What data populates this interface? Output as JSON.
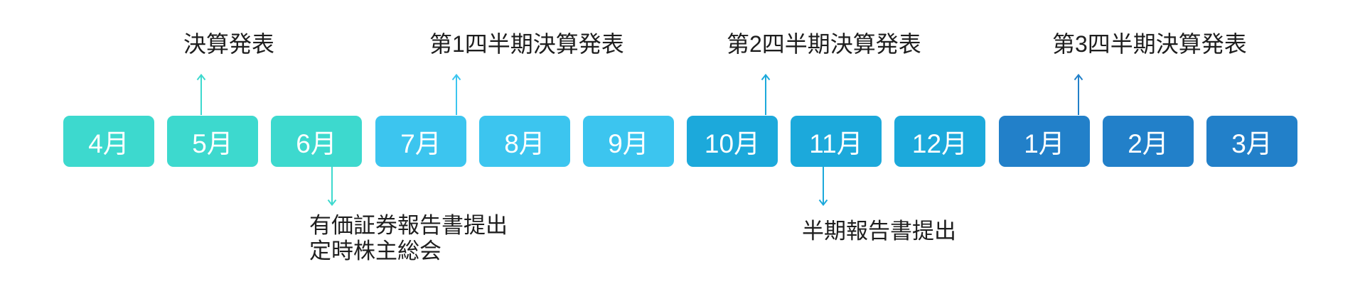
{
  "diagram": {
    "description_labels": {
      "annual_earnings": "決算発表",
      "q1_earnings": "第1四半期決算発表",
      "q2_earnings": "第2四半期決算発表",
      "q3_earnings": "第3四半期決算発表",
      "securities_report_line1": "有価証券報告書提出",
      "securities_report_line2": "定時株主総会",
      "half_year_report": "半期報告書提出"
    }
  },
  "months": [
    {
      "label": "4月",
      "quarter": "Q1",
      "color": "#3DD9CE"
    },
    {
      "label": "5月",
      "quarter": "Q1",
      "color": "#3DD9CE"
    },
    {
      "label": "6月",
      "quarter": "Q1",
      "color": "#3DD9CE"
    },
    {
      "label": "7月",
      "quarter": "Q2",
      "color": "#3CC5EF"
    },
    {
      "label": "8月",
      "quarter": "Q2",
      "color": "#3CC5EF"
    },
    {
      "label": "9月",
      "quarter": "Q2",
      "color": "#3CC5EF"
    },
    {
      "label": "10月",
      "quarter": "Q3",
      "color": "#1CA9DB"
    },
    {
      "label": "11月",
      "quarter": "Q3",
      "color": "#1CA9DB"
    },
    {
      "label": "12月",
      "quarter": "Q3",
      "color": "#1CA9DB"
    },
    {
      "label": "1月",
      "quarter": "Q4",
      "color": "#2280C9"
    },
    {
      "label": "2月",
      "quarter": "Q4",
      "color": "#2280C9"
    },
    {
      "label": "3月",
      "quarter": "Q4",
      "color": "#2280C9"
    }
  ],
  "events": [
    {
      "label": "決算発表",
      "direction": "up",
      "anchor_month": "5月",
      "color": "#3DD9CE"
    },
    {
      "label": "第1四半期決算発表",
      "direction": "up",
      "anchor_month": "7月",
      "color": "#3CC5EF"
    },
    {
      "label": "第2四半期決算発表",
      "direction": "up",
      "anchor_month": "10月",
      "color": "#1CA9DB"
    },
    {
      "label": "第3四半期決算発表",
      "direction": "up",
      "anchor_month": "1月",
      "color": "#2280C9"
    },
    {
      "lines": [
        "有価証券報告書提出",
        "定時株主総会"
      ],
      "direction": "down",
      "anchor_month": "6月",
      "color": "#3DD9CE"
    },
    {
      "label": "半期報告書提出",
      "direction": "down",
      "anchor_month": "11月",
      "color": "#1CA9DB"
    }
  ],
  "colors": {
    "quarter1": "#3DD9CE",
    "quarter2": "#3CC5EF",
    "quarter3": "#1CA9DB",
    "quarter4": "#2280C9",
    "label_text": "#1E1E1E",
    "month_text": "#FFFFFF",
    "background": "#FFFFFF"
  }
}
